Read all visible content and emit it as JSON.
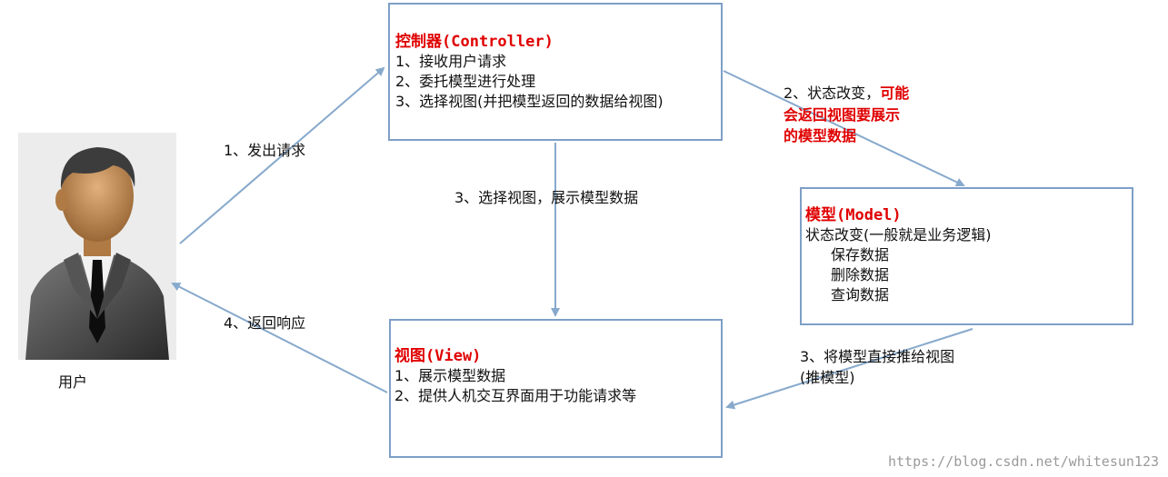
{
  "user": {
    "label": "用户"
  },
  "controller": {
    "title": "控制器(Controller)",
    "lines": [
      "1、接收用户请求",
      "2、委托模型进行处理",
      "3、选择视图(并把模型返回的数据给视图)"
    ]
  },
  "model": {
    "title": "模型(Model)",
    "lines": [
      "状态改变(一般就是业务逻辑)",
      "保存数据",
      "删除数据",
      "查询数据"
    ]
  },
  "view": {
    "title": "视图(View)",
    "lines": [
      "1、展示模型数据",
      "2、提供人机交互界面用于功能请求等"
    ]
  },
  "edges": {
    "send_request": "1、发出请求",
    "state_change_prefix": "2、状态改变，",
    "state_change_highlight_1": "可能",
    "state_change_highlight_2": "会返回视图要展示",
    "state_change_highlight_3": "的模型数据",
    "select_view": "3、选择视图，展示模型数据",
    "push_model_1": "3、将模型直接推给视图",
    "push_model_2": "(推模型)",
    "return_response": "4、返回响应"
  },
  "watermark": "https://blog.csdn.net/whitesun123",
  "colors": {
    "border": "#7e9fc7",
    "arrow": "#87a9cc",
    "highlight": "#e00000"
  }
}
